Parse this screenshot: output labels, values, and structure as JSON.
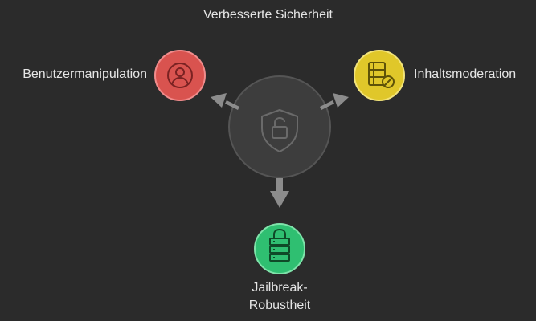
{
  "diagram": {
    "title": "Verbesserte Sicherheit",
    "center": {
      "icon": "shield-lock-icon"
    },
    "nodes": [
      {
        "id": "user",
        "label": "Benutzermanipulation",
        "icon": "user-circle-icon",
        "color": "#d9534f"
      },
      {
        "id": "content",
        "label": "Inhaltsmoderation",
        "icon": "film-block-icon",
        "color": "#e0c72a"
      },
      {
        "id": "jailbreak",
        "label_line1": "Jailbreak-",
        "label_line2": "Robustheit",
        "icon": "server-lock-icon",
        "color": "#2fbf71"
      }
    ]
  },
  "colors": {
    "background": "#2b2b2b",
    "center_fill": "#3d3d3d",
    "center_stroke": "#555555",
    "arrow": "#8c8c8c"
  }
}
